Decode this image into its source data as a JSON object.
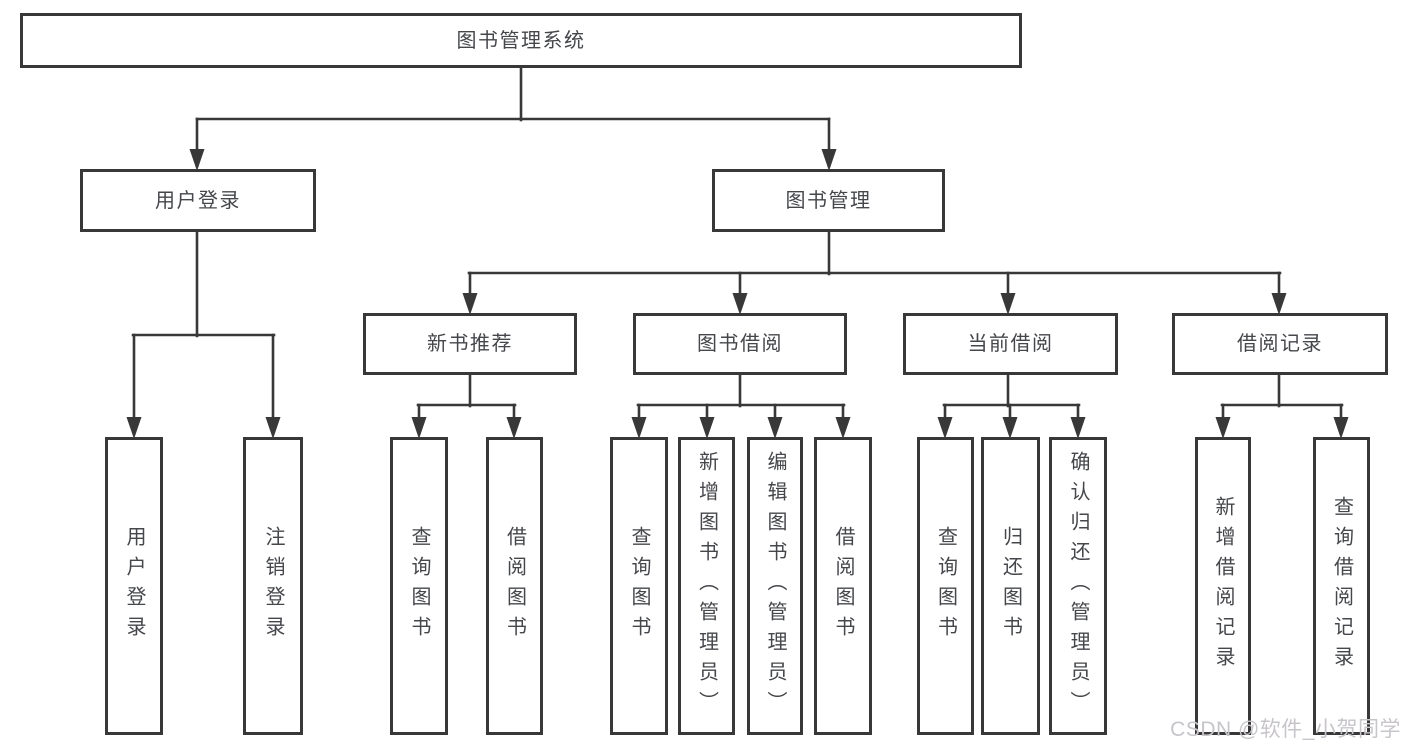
{
  "tree": {
    "root": {
      "label": "图书管理系统"
    },
    "branches": [
      {
        "label": "用户登录",
        "children": [
          {
            "label": "用户登录"
          },
          {
            "label": "注销登录"
          }
        ]
      },
      {
        "label": "图书管理",
        "sections": [
          {
            "label": "新书推荐",
            "children": [
              {
                "label": "查询图书"
              },
              {
                "label": "借阅图书"
              }
            ]
          },
          {
            "label": "图书借阅",
            "children": [
              {
                "label": "查询图书"
              },
              {
                "label": "新增图书（管理员）"
              },
              {
                "label": "编辑图书（管理员）"
              },
              {
                "label": "借阅图书"
              }
            ]
          },
          {
            "label": "当前借阅",
            "children": [
              {
                "label": "查询图书"
              },
              {
                "label": "归还图书"
              },
              {
                "label": "确认归还（管理员）"
              }
            ]
          },
          {
            "label": "借阅记录",
            "children": [
              {
                "label": "新增借阅记录"
              },
              {
                "label": "查询借阅记录"
              }
            ]
          }
        ]
      }
    ]
  },
  "watermark": {
    "text": "CSDN @软件_小贺同学"
  },
  "colors": {
    "line": "#383838",
    "text": "#45474b",
    "watermark": "#c7c4ca",
    "background": "#ffffff"
  }
}
